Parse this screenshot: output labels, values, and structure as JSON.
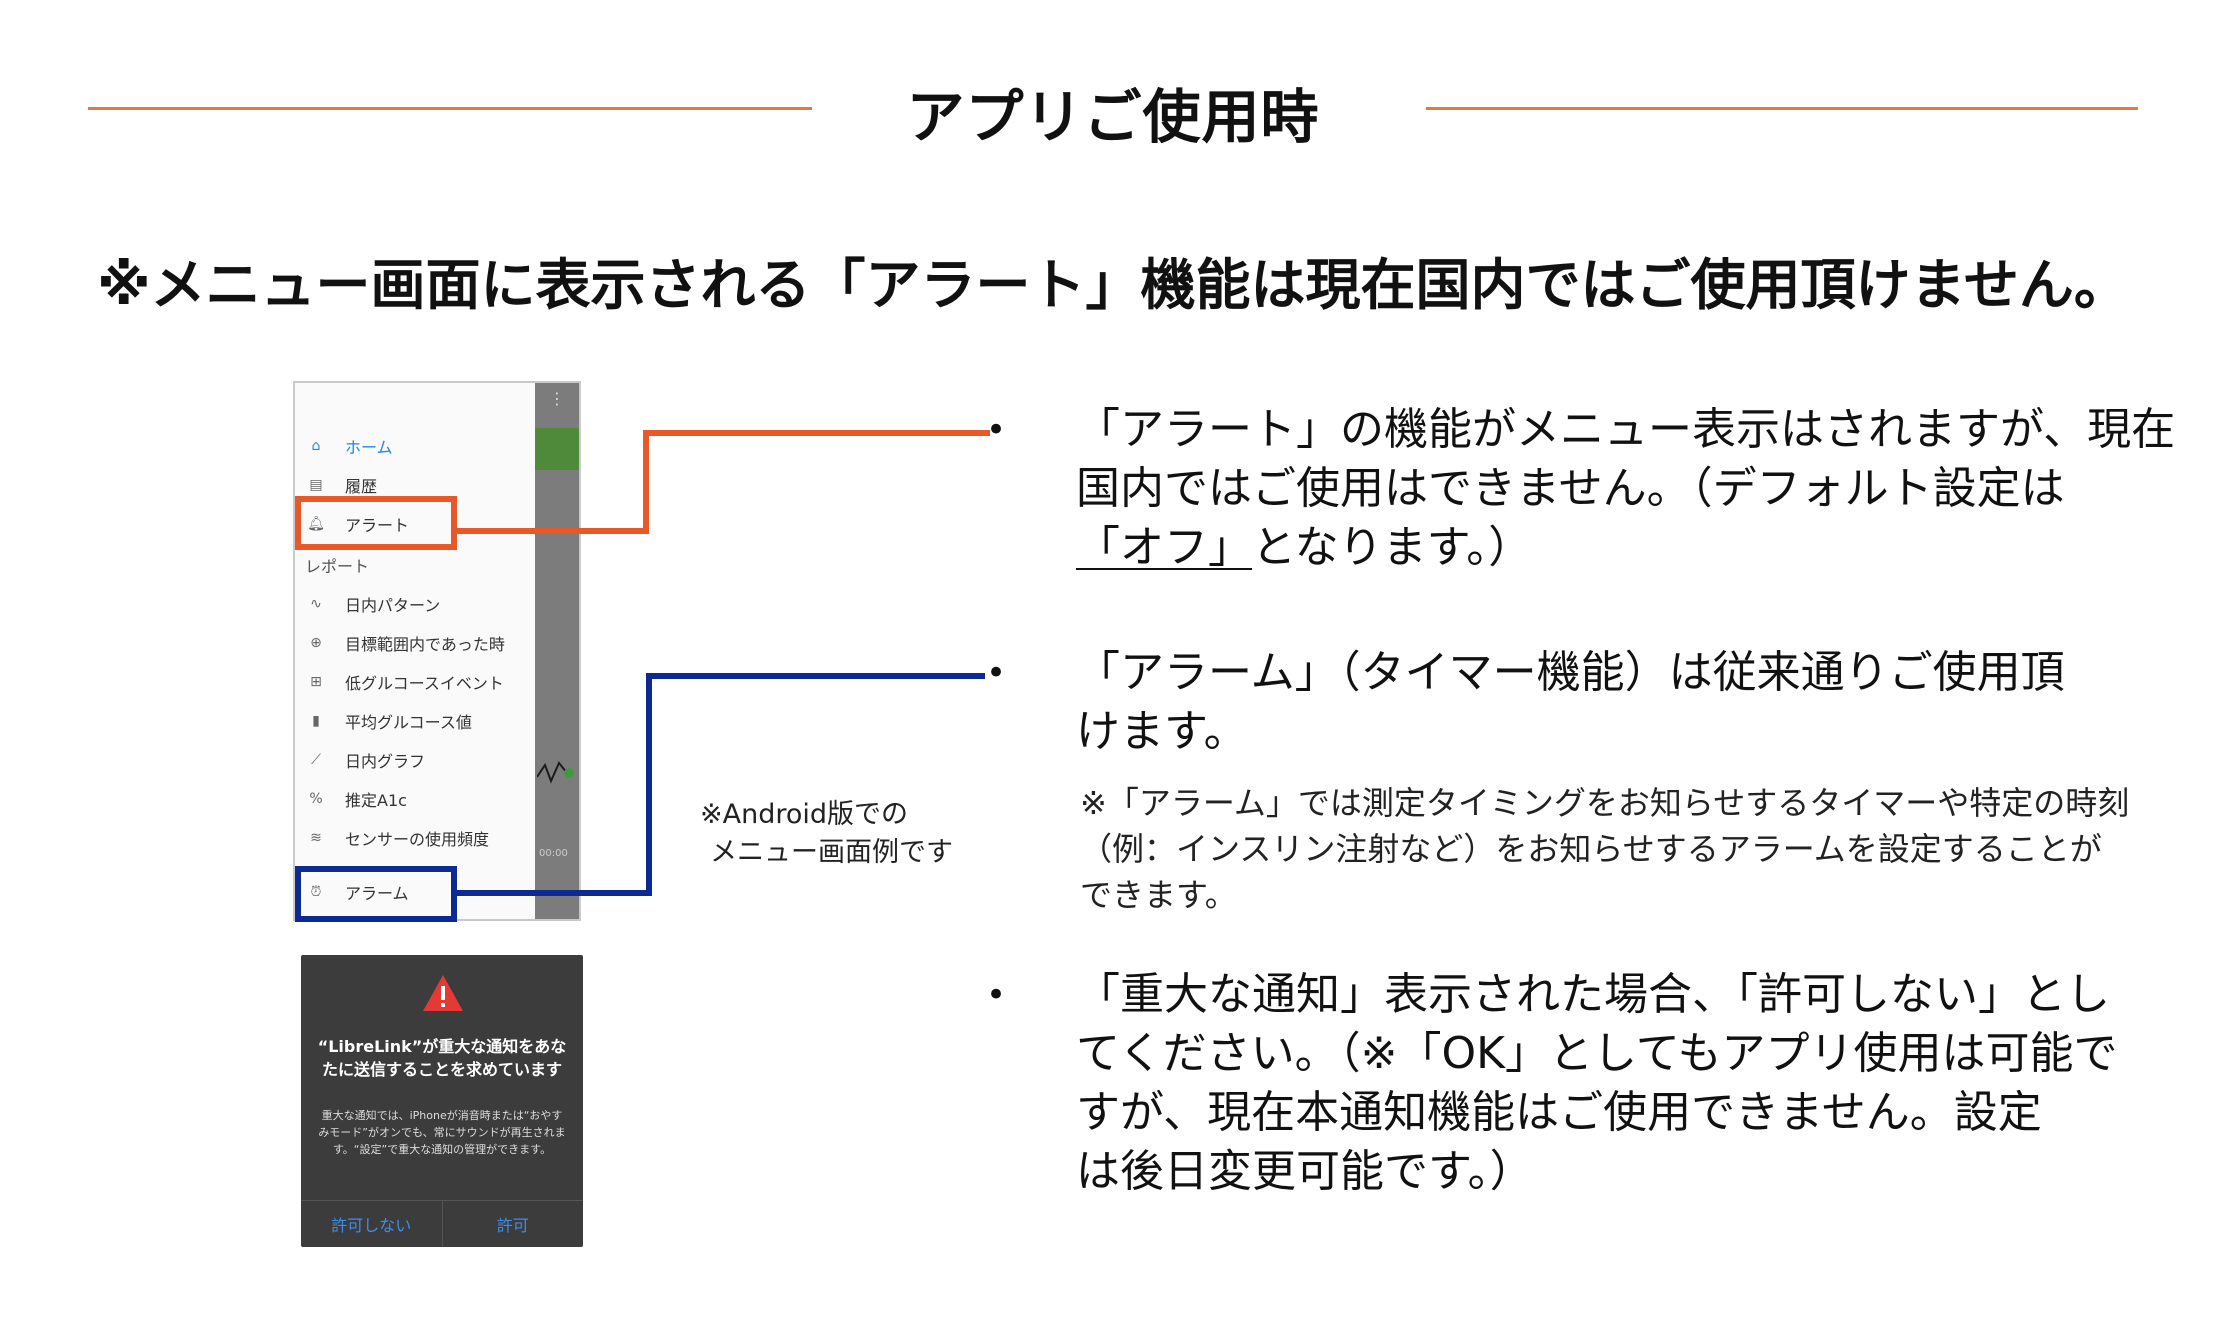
{
  "header": {
    "title": "アプリご使用時",
    "notice": "※メニュー画面に表示される「アラート」機能は現在国内ではご使用頂けません。"
  },
  "colors": {
    "accent_rule": "#e8773a",
    "orange_callout": "#e8592a",
    "blue_callout": "#0c2a8f"
  },
  "phone_menu": {
    "items": [
      {
        "icon": "home-icon",
        "label": "ホーム"
      },
      {
        "icon": "history-icon",
        "label": "履歴"
      },
      {
        "icon": "bell-icon",
        "label": "アラート"
      }
    ],
    "section_label": "レポート",
    "report_items": [
      {
        "icon": "pattern-icon",
        "label": "日内パターン"
      },
      {
        "icon": "target-icon",
        "label": "目標範囲内であった時"
      },
      {
        "icon": "low-event-icon",
        "label": "低グルコースイベント"
      },
      {
        "icon": "bar-chart-icon",
        "label": "平均グルコース値"
      },
      {
        "icon": "line-graph-icon",
        "label": "日内グラフ"
      },
      {
        "icon": "percent-icon",
        "label": "推定A1c"
      },
      {
        "icon": "wifi-icon",
        "label": "センサーの使用頻度"
      }
    ],
    "alarm_item": {
      "icon": "alarm-clock-icon",
      "label": "アラーム"
    },
    "side_time": "00:00"
  },
  "dialog": {
    "title": "“LibreLink”が重大な通知をあなたに送信することを求めています",
    "body": "重大な通知では、iPhoneが消音時または“おやすみモード”がオンでも、常にサウンドが再生されます。“設定”で重大な通知の管理ができます。",
    "deny_label": "許可しない",
    "allow_label": "許可"
  },
  "android_note": {
    "line1": "※Android版での",
    "line2": "メニュー画面例です"
  },
  "bullets": {
    "symbol": "•",
    "alert": {
      "line1": "「アラート」の機能がメニュー表示はされますが、現在",
      "line2": "国内ではご使用はできません。（デフォルト設定は",
      "line3_underlined": "「オフ」",
      "line3_rest": "となります。）"
    },
    "alarm": {
      "line1": "「アラーム」（タイマー機能）は従来通りご使用頂",
      "line2": "けます。",
      "note_line1": "※「アラーム」では測定タイミングをお知らせするタイマーや特定の時刻",
      "note_line2": "（例：インスリン注射など）をお知らせするアラームを設定することが",
      "note_line3": "できます。"
    },
    "critical": {
      "line1": "「重大な通知」表示された場合、「許可しない」とし",
      "line2": "てください。（※「OK」としてもアプリ使用は可能で",
      "line3": "すが、現在本通知機能はご使用できません。設定",
      "line4": "は後日変更可能です。）"
    }
  }
}
